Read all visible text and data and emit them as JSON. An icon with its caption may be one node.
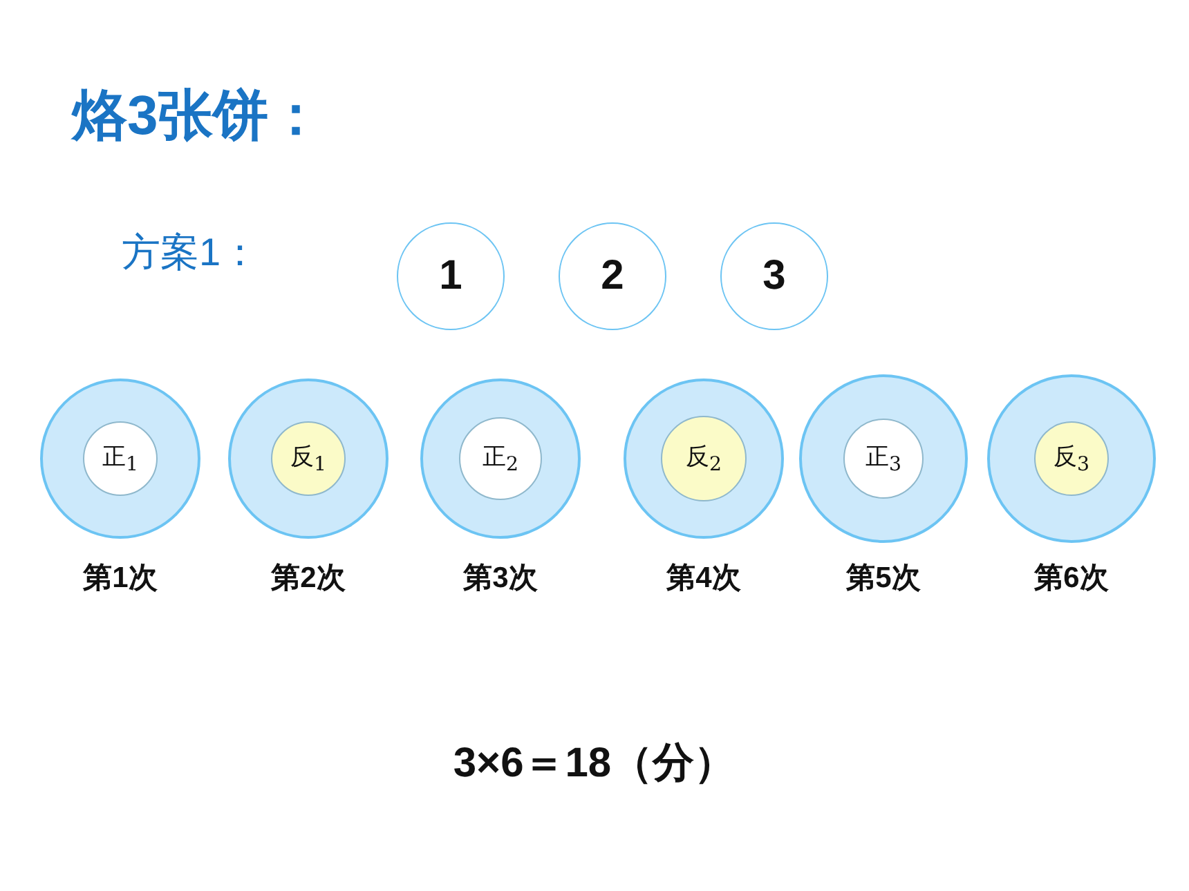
{
  "diagram": {
    "title": "烙3张饼：",
    "nodes": [
      {
        "text": [
          "1"
        ]
      },
      {
        "text": [
          "2"
        ]
      },
      {
        "text": [
          "3"
        ]
      },
      {
        "text": [],
        "shape": "circle",
        "beside": [
          "第1次"
        ]
      },
      {
        "text": [
          "正$_{1}$"
        ],
        "in": 3
      },
      {
        "text": [],
        "shape": "circle",
        "beside": [
          "第2次"
        ]
      },
      {
        "text": [
          "反$_{1}$"
        ],
        "in": 5
      },
      {
        "text": [],
        "shape": "circle",
        "beside": [
          "第3次"
        ]
      },
      {
        "text": [
          "正$_{2}$"
        ],
        "in": 7
      },
      {
        "text": [],
        "shape": "circle",
        "beside": [
          "第4次"
        ]
      },
      {
        "text": [
          "反$_{2}$"
        ],
        "in": 9
      },
      {
        "text": [],
        "shape": "circle",
        "beside": [
          "第5次"
        ]
      },
      {
        "text": [
          "正$_{3}$"
        ],
        "in": 11
      },
      {
        "text": [],
        "shape": "circle",
        "beside": [
          "第6次"
        ]
      },
      {
        "text": [
          "反$_{3}$"
        ],
        "in": 13
      }
    ],
    "edges": [],
    "labels": [
      "方案1：",
      "3×6＝18（分）"
    ]
  }
}
